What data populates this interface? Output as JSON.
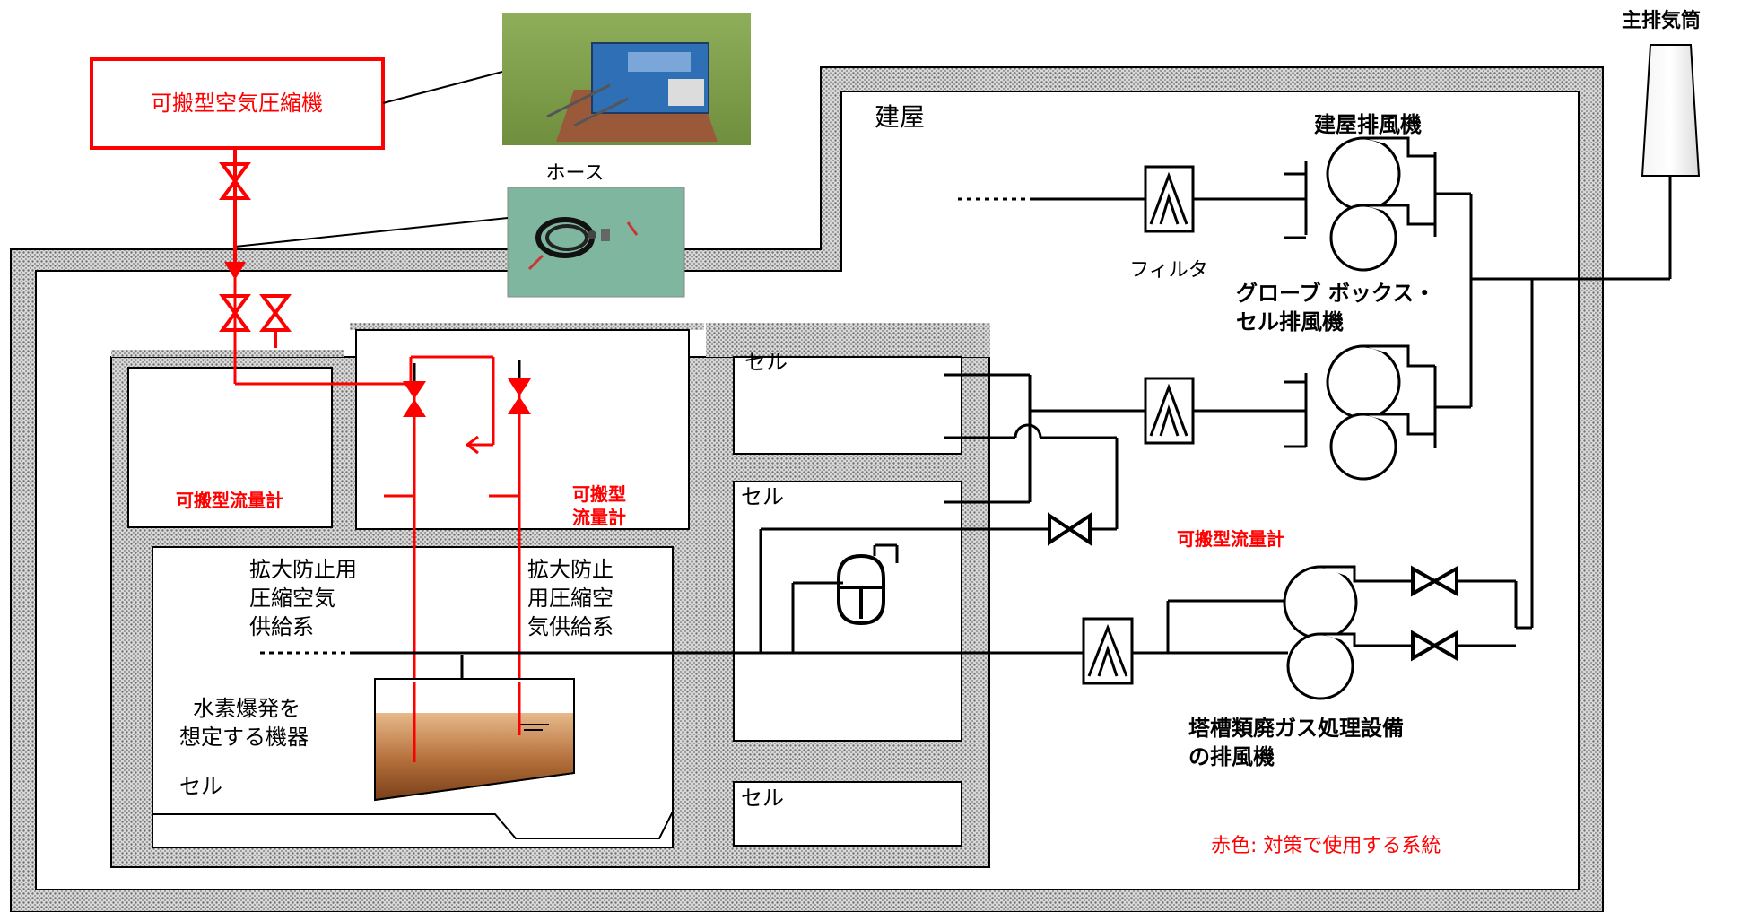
{
  "colors": {
    "accent": "#ff0000",
    "wall_dots": "#bfbfbf",
    "line": "#000000"
  },
  "labels": {
    "compressor": "可搬型空気圧縮機",
    "hose": "ホース",
    "stack": "主排気筒",
    "building": "建屋",
    "building_fan": "建屋排風機",
    "filter": "フィルタ",
    "gb_fan_1": "グローブ ボックス・",
    "gb_fan_2": "セル排風機",
    "flowmeter_left": "可搬型流量計",
    "flowmeter_mid_1": "可搬型",
    "flowmeter_mid_2": "流量計",
    "flowmeter_right": "可搬型流量計",
    "supply_left_1": "拡大防止用",
    "supply_left_2": "圧縮空気",
    "supply_left_3": "供給系",
    "supply_right_1": "拡大防止",
    "supply_right_2": "用圧縮空",
    "supply_right_3": "気供給系",
    "vessel_1": "水素爆発を",
    "vessel_2": "想定する機器",
    "cell": "セル",
    "offgas_fan_1": "塔槽類廃ガス処理設備",
    "offgas_fan_2": "の排風機",
    "legend": "赤色: 対策で使用する系統"
  },
  "icons": [
    "valve-icon",
    "filter-icon",
    "fan-icon",
    "stack-icon",
    "compressor-photo",
    "hose-photo"
  ]
}
